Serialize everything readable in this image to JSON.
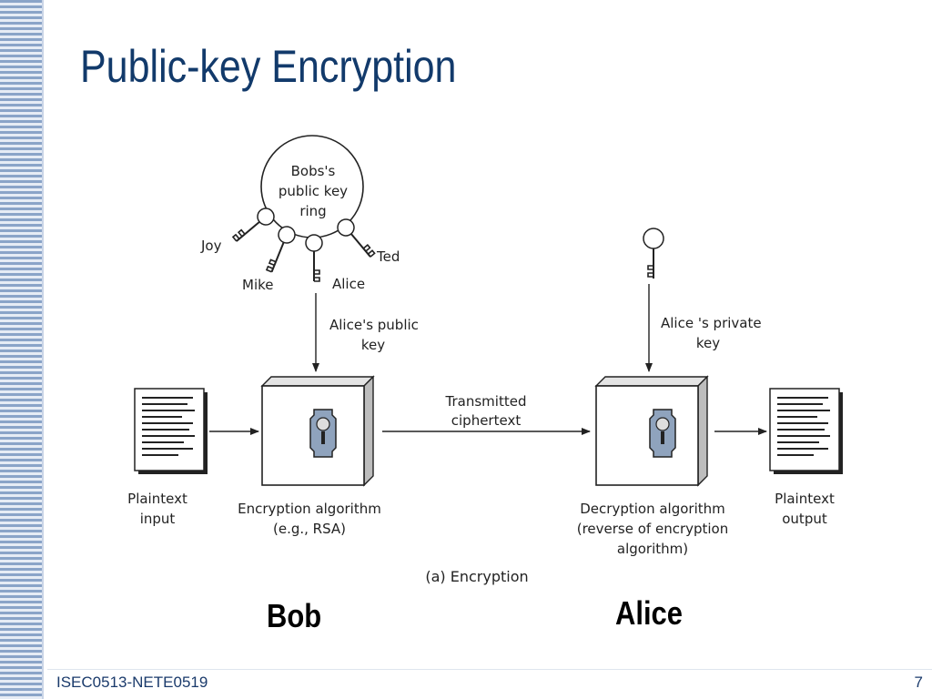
{
  "slide": {
    "title": "Public-key Encryption",
    "footer_left": "ISEC0513-NETE0519",
    "page_number": "7"
  },
  "diagram": {
    "key_ring": {
      "label_lines": [
        "Bobs's",
        "public key",
        "ring"
      ],
      "keys": [
        "Joy",
        "Mike",
        "Alice",
        "Ted"
      ]
    },
    "alice_public_key_lines": [
      "Alice's public",
      "key"
    ],
    "alice_private_key_lines": [
      "Alice 's private",
      "key"
    ],
    "transmitted_lines": [
      "Transmitted",
      "ciphertext"
    ],
    "plaintext_input_lines": [
      "Plaintext",
      "input"
    ],
    "encryption_lines": [
      "Encryption algorithm",
      "(e.g., RSA)"
    ],
    "decryption_lines": [
      "Decryption algorithm",
      "(reverse of encryption",
      "algorithm)"
    ],
    "plaintext_output_lines": [
      "Plaintext",
      "output"
    ],
    "caption": "(a) Encryption",
    "bob_label": "Bob",
    "alice_label": "Alice"
  },
  "colors": {
    "title": "#123a6b",
    "lock": "#8fa3bd",
    "stripe": "#8aa4c8"
  }
}
